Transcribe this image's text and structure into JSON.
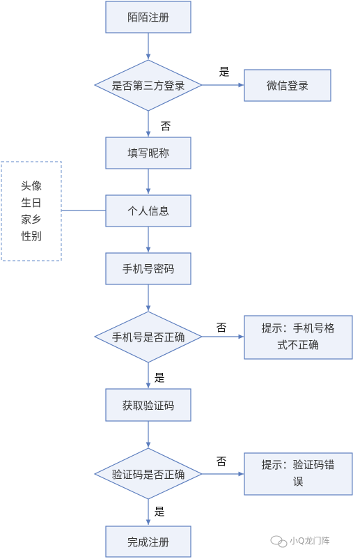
{
  "nodes": {
    "start": "陌陌注册",
    "third_party_q": "是否第三方登录",
    "wechat_login": "微信登录",
    "nickname": "填写昵称",
    "personal_info": "个人信息",
    "info_fields": [
      "头像",
      "生日",
      "家乡",
      "性别"
    ],
    "phone_password": "手机号密码",
    "phone_valid_q": "手机号是否正确",
    "phone_error_line1": "提示：手机号格",
    "phone_error_line2": "式不正确",
    "get_code": "获取验证码",
    "code_valid_q": "验证码是否正确",
    "code_error_line1": "提示：验证码错",
    "code_error_line2": "误",
    "finish": "完成注册"
  },
  "edge_labels": {
    "third_yes": "是",
    "third_no": "否",
    "phone_no": "否",
    "phone_yes": "是",
    "code_no": "否",
    "code_yes": "是"
  },
  "watermark": "小Q龙门阵",
  "colors": {
    "box_fill": "#eef2fa",
    "box_stroke": "#5b7dbe",
    "arrow": "#5b7dbe",
    "dashed": "#7f9fd3"
  }
}
